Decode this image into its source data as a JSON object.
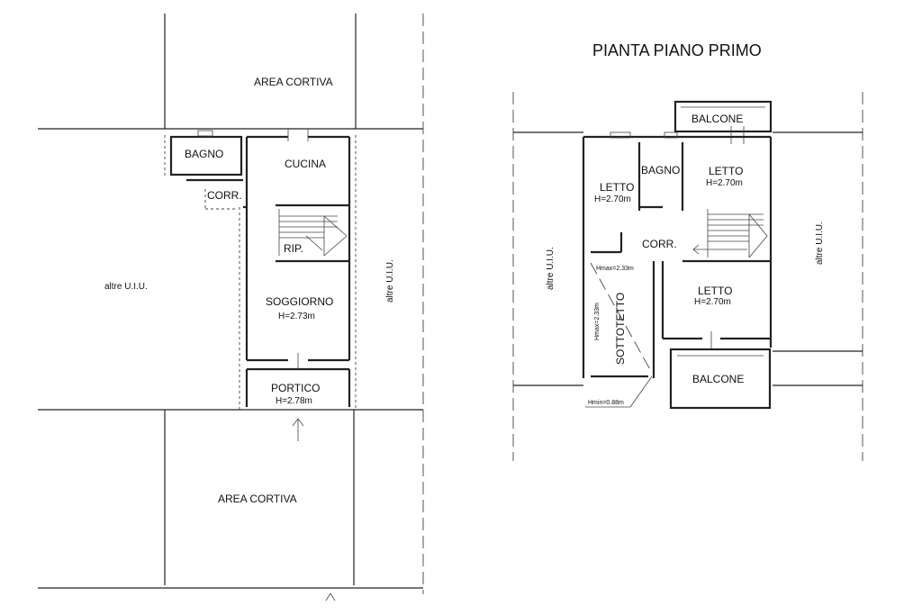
{
  "ground_floor": {
    "area_cortiva_top": "AREA CORTIVA",
    "area_cortiva_bottom": "AREA CORTIVA",
    "bagno": "BAGNO",
    "cucina": "CUCINA",
    "corr": "CORR.",
    "rip": "RIP.",
    "soggiorno": "SOGGIORNO",
    "soggiorno_h": "H=2.73m",
    "portico": "PORTICO",
    "portico_h": "H=2.78m",
    "altre_left": "altre U.I.U.",
    "altre_right": "altre U.I.U."
  },
  "first_floor": {
    "title": "PIANTA PIANO PRIMO",
    "balcone_top": "BALCONE",
    "balcone_bottom": "BALCONE",
    "letto_left": "LETTO",
    "letto_left_h": "H=2.70m",
    "bagno": "BAGNO",
    "letto_right": "LETTO",
    "letto_right_h": "H=2.70m",
    "corr": "CORR.",
    "letto_bottom": "LETTO",
    "letto_bottom_h": "H=2.70m",
    "sottotetto": "SOTTOTETTO",
    "hmax_top": "Hmax=2.33m",
    "hmax_side": "Hmax=2.33m",
    "hmin": "Hmin=0.88m",
    "altre_left": "altre U.I.U.",
    "altre_right": "altre U.I.U."
  }
}
